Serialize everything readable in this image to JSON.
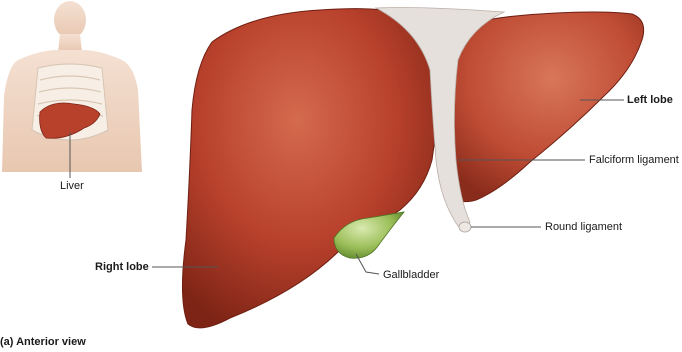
{
  "labels": {
    "liver": "Liver",
    "left_lobe": "Left lobe",
    "falciform_ligament": "Falciform ligament",
    "round_ligament": "Round ligament",
    "right_lobe": "Right lobe",
    "gallbladder": "Gallbladder"
  },
  "caption": "(a) Anterior view",
  "colors": {
    "liver_fill": "#b8412c",
    "liver_dark": "#7e2416",
    "liver_highlight": "#d46a4e",
    "gallbladder_fill": "#9cbf5a",
    "ligament_fill": "#e6e0dc",
    "leader_line": "#555555",
    "skin": "#f0d6c4"
  }
}
